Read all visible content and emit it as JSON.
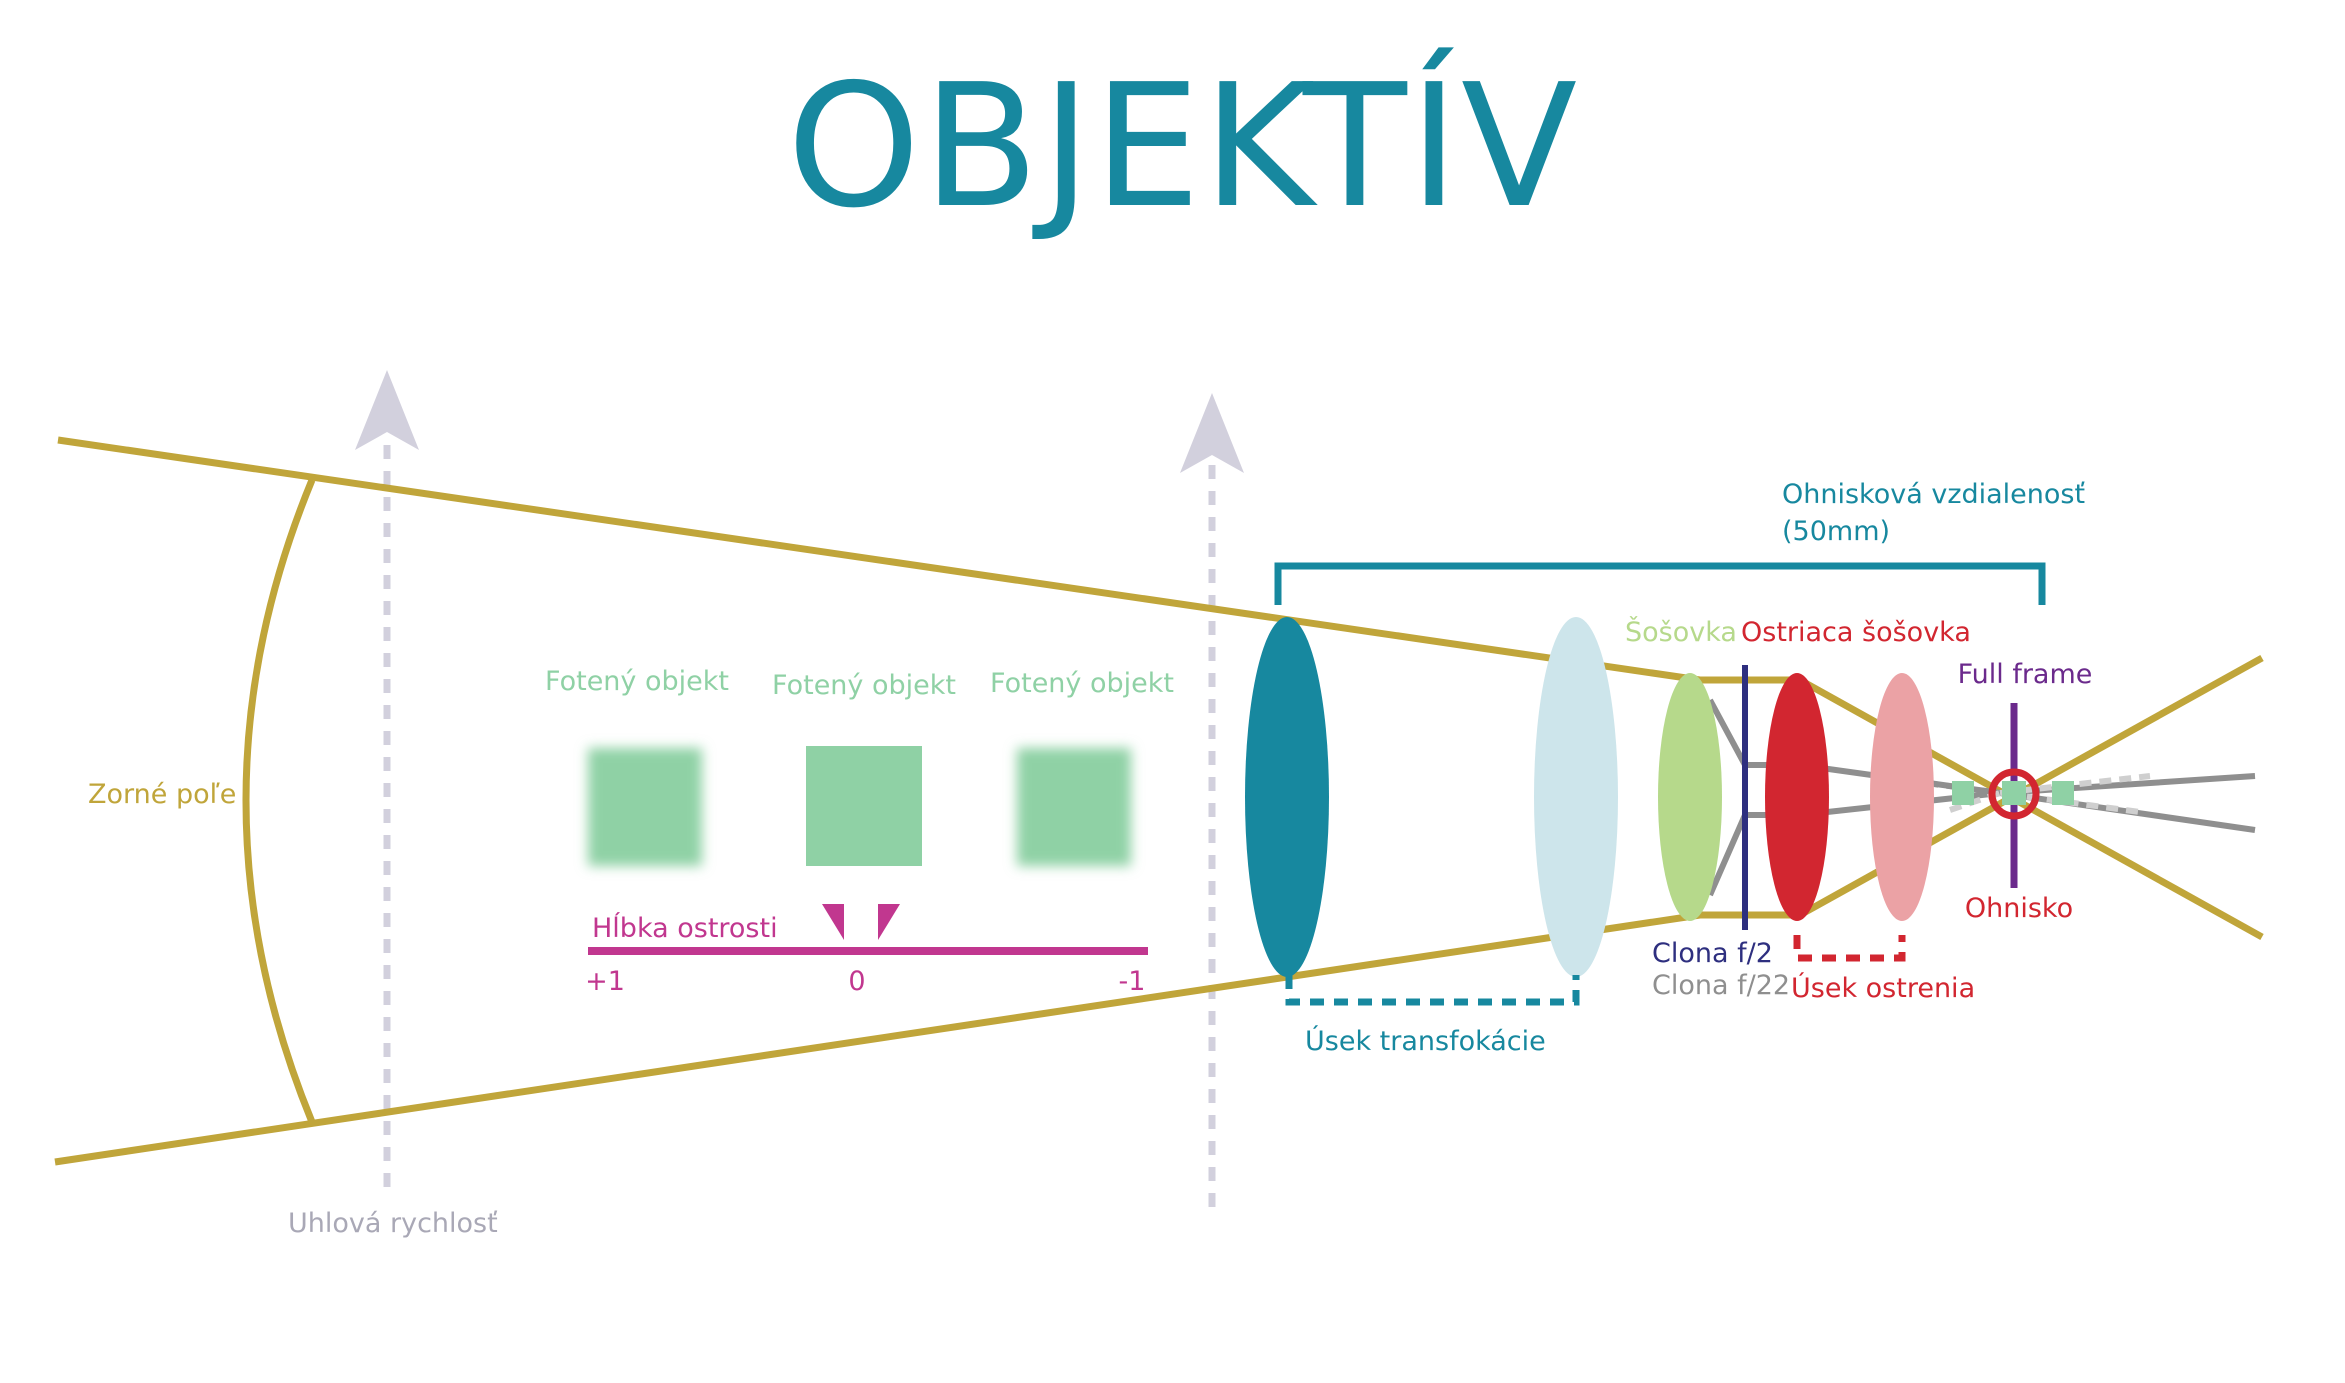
{
  "title": "OBJEKTÍV",
  "labels": {
    "field_of_view": "Zorné poľe",
    "angular_speed": "Uhlová rychlosť",
    "object_1": "Fotený objekt",
    "object_2": "Fotený objekt",
    "object_3": "Fotený objekt",
    "depth_of_field": "Hĺbka ostrosti",
    "dof_plus": "+1",
    "dof_zero": "0",
    "dof_minus": "-1",
    "focal_length_line1": "Ohnisková vzdialenosť",
    "focal_length_line2": "(50mm)",
    "lens": "Šošovka",
    "focus_lens": "Ostriaca šošovka",
    "full_frame": "Full frame",
    "focal_point": "Ohnisko",
    "aperture_f2": "Clona f/2",
    "aperture_f22": "Clona f/22",
    "zoom_section": "Úsek transfokácie",
    "focus_section": "Úsek ostrenia"
  },
  "colors": {
    "title": "#17889f",
    "field": "#c0a53a",
    "arrow": "#d2d0dd",
    "object": "#8fd1a5",
    "object_label": "#8fd1a5",
    "dof": "#c1378f",
    "focal_bracket": "#17889f",
    "lens_main": "#17889f",
    "lens_ghost": "#cde5eb",
    "lens_green": "#b6d98b",
    "lens_red": "#d22630",
    "lens_pink": "#eba2a5",
    "aperture_f2": "#2e2f7f",
    "aperture_f22": "#8f8f8f",
    "full_frame": "#6b2a8c",
    "focal_point": "#d22630",
    "angular_label": "#a9a8b6"
  }
}
